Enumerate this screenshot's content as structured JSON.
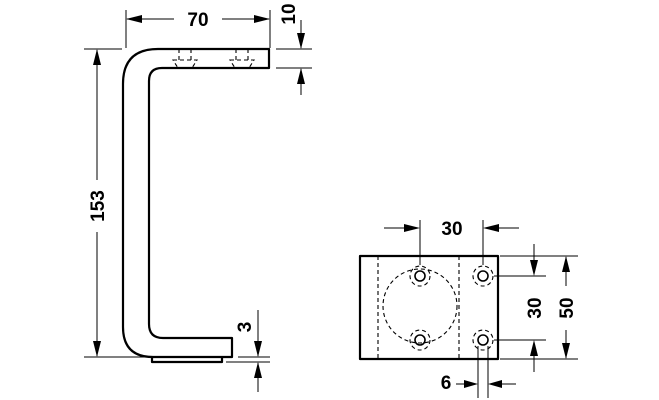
{
  "side_view": {
    "width_dim": "70",
    "top_thickness_dim": "10",
    "height_dim": "153",
    "foot_gap_dim": "3"
  },
  "plate_view": {
    "hole_spacing_horizontal_dim": "30",
    "hole_spacing_vertical_dim": "30",
    "plate_height_dim": "50",
    "hole_offset_dim": "6"
  }
}
